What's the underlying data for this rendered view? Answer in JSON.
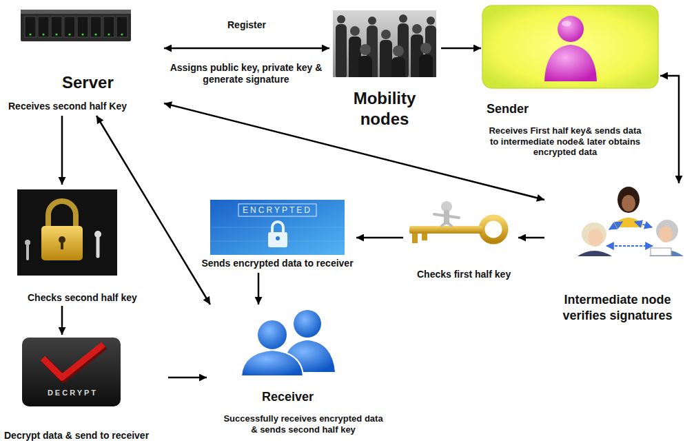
{
  "diagram": {
    "nodes": [
      {
        "text": [
          "Server",
          "Receives second half Key"
        ]
      },
      {
        "text": [
          "Mobility nodes"
        ]
      },
      {
        "text": [
          "Sender",
          "Receives First half key& sends data to intermediate node& later obtains encrypted data"
        ]
      },
      {
        "text": [
          "Intermediate node verifies signatures"
        ]
      },
      {
        "text": [
          "Checks first half key"
        ]
      },
      {
        "text": [
          "ENCRYPTED",
          "Sends encrypted data to receiver"
        ]
      },
      {
        "text": [
          "Receiver",
          "Successfully receives encrypted data & sends second half key"
        ]
      },
      {
        "text": [
          "Checks second half key"
        ]
      },
      {
        "text": [
          "DECRYPT",
          "Decrypt data & send to receiver"
        ]
      }
    ],
    "edges": [
      {
        "from": 0,
        "to": 1,
        "arrow": "both",
        "label": "Register"
      },
      {
        "from": 1,
        "to": 2,
        "arrow": "to"
      },
      {
        "from": 2,
        "to": 3,
        "arrow": "both"
      },
      {
        "from": 0,
        "to": 3,
        "arrow": "both"
      },
      {
        "from": 3,
        "to": 4,
        "arrow": "to"
      },
      {
        "from": 4,
        "to": 5,
        "arrow": "to"
      },
      {
        "from": 5,
        "to": 6,
        "arrow": "to"
      },
      {
        "from": 0,
        "to": 6,
        "arrow": "both"
      },
      {
        "from": 0,
        "to": 7,
        "arrow": "to"
      },
      {
        "from": 7,
        "to": 8,
        "arrow": "to"
      },
      {
        "from": 8,
        "to": 6,
        "arrow": "to"
      }
    ],
    "labels": [
      "Assigns public key, private key & generate signature"
    ]
  }
}
